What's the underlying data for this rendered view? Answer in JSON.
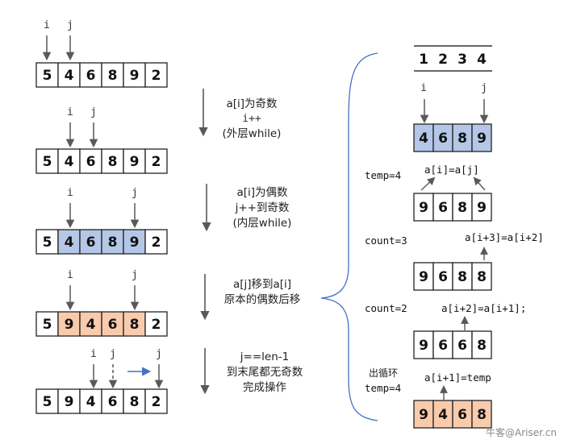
{
  "left_panel": {
    "rows": [
      {
        "values": [
          "5",
          "4",
          "6",
          "8",
          "9",
          "2"
        ],
        "highlight": null
      },
      {
        "values": [
          "5",
          "4",
          "6",
          "8",
          "9",
          "2"
        ],
        "highlight": null
      },
      {
        "values": [
          "5",
          "4",
          "6",
          "8",
          "9",
          "2"
        ],
        "highlight": "blue"
      },
      {
        "values": [
          "5",
          "9",
          "4",
          "6",
          "8",
          "2"
        ],
        "highlight": "orange"
      },
      {
        "values": [
          "5",
          "9",
          "4",
          "6",
          "8",
          "2"
        ],
        "highlight": null
      }
    ],
    "pointer_labels": {
      "i": "i",
      "j": "j"
    }
  },
  "steps": [
    {
      "lines": [
        "a[i]为奇数",
        "i++",
        "(外层while)"
      ]
    },
    {
      "lines": [
        "a[i]为偶数",
        "j++到奇数",
        "(内层while)"
      ]
    },
    {
      "lines": [
        "a[j]移到a[i]",
        "原本的偶数后移"
      ]
    },
    {
      "lines": [
        "j==len-1",
        "到末尾都无奇数",
        "完成操作"
      ]
    }
  ],
  "right_panel": {
    "index_row": [
      "1",
      "2",
      "3",
      "4"
    ],
    "arrays": [
      {
        "values": [
          "4",
          "6",
          "8",
          "9"
        ],
        "highlight": "blue"
      },
      {
        "values": [
          "9",
          "6",
          "8",
          "9"
        ],
        "highlight": null
      },
      {
        "values": [
          "9",
          "6",
          "8",
          "8"
        ],
        "highlight": null
      },
      {
        "values": [
          "9",
          "6",
          "6",
          "8"
        ],
        "highlight": null
      },
      {
        "values": [
          "9",
          "4",
          "6",
          "8"
        ],
        "highlight": "orange"
      }
    ],
    "annotations": {
      "temp1": "temp=4",
      "assign1": "a[i]=a[j]",
      "count3": "count=3",
      "assign2": "a[i+3]=a[i+2]",
      "count2": "count=2",
      "assign3": "a[i+2]=a[i+1];",
      "exit_loop": "出循环",
      "temp2": "temp=4",
      "assign4": "a[i+1]=temp"
    }
  },
  "watermark": "牛客@Ariser.cn",
  "colors": {
    "blue_fill": "#b4c7e7",
    "orange_fill": "#f8cbad",
    "arrow": "#595959",
    "dashed_arrow_blue": "#4472c4",
    "brace": "#4472c4"
  }
}
